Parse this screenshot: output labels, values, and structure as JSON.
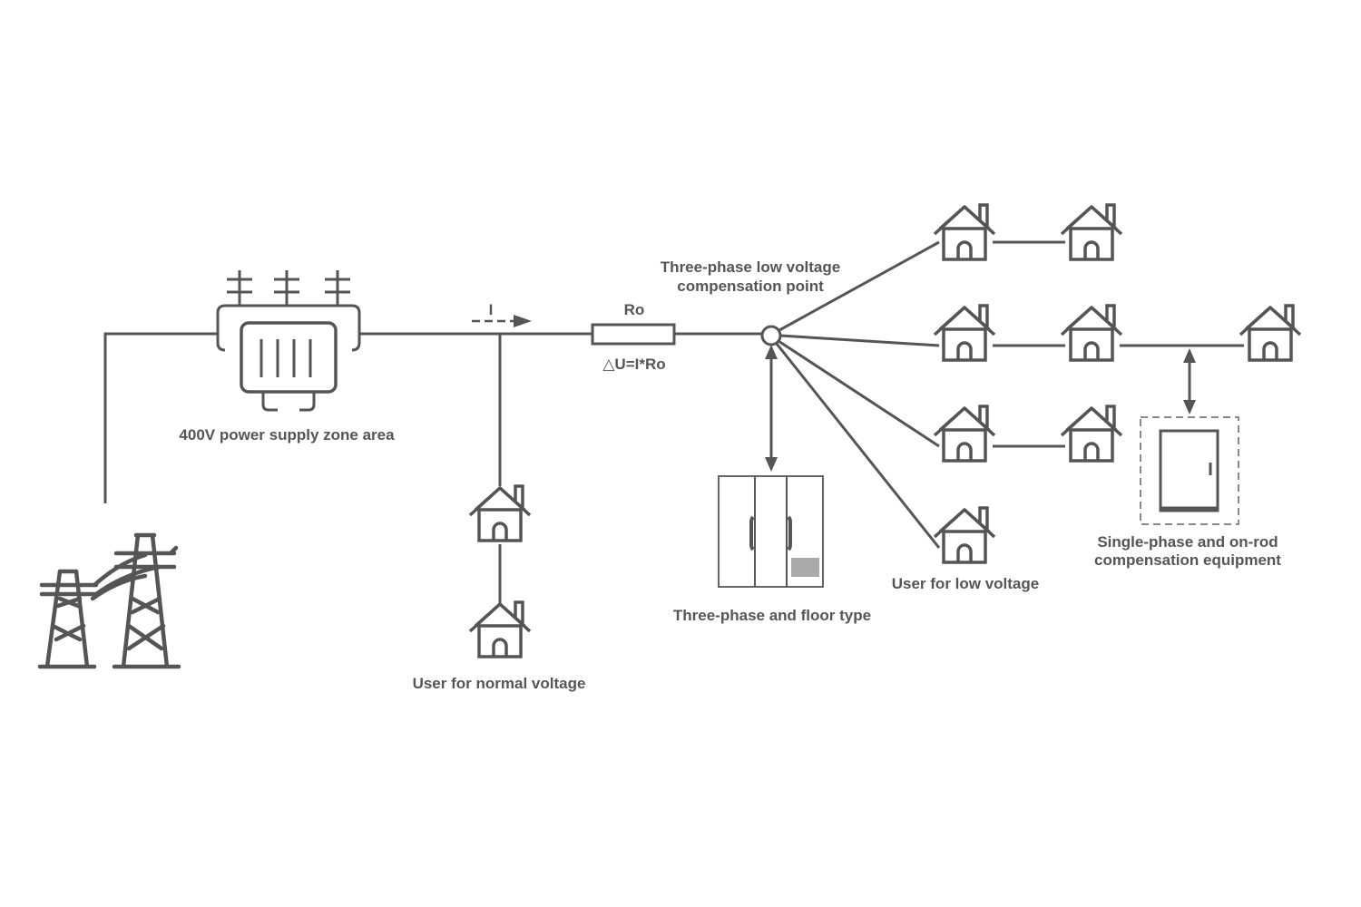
{
  "diagram": {
    "labels": {
      "zone_area": "400V power supply zone area",
      "current": "I",
      "resistance": "Ro",
      "voltage_drop": "△U=I*Ro",
      "comp_point_line1": "Three-phase low voltage",
      "comp_point_line2": "compensation point",
      "normal_user": "User for normal voltage",
      "floor_type": "Three-phase and floor type",
      "low_user": "User for low voltage",
      "single_phase_line1": "Single-phase and on-rod",
      "single_phase_line2": "compensation equipment"
    },
    "colors": {
      "stroke": "#555555",
      "fill_accent": "#aaaaaa",
      "dashed": "#888888"
    },
    "icons": [
      "power-tower-icon",
      "transformer-icon",
      "house-icon",
      "cabinet-icon",
      "pole-box-icon"
    ]
  }
}
